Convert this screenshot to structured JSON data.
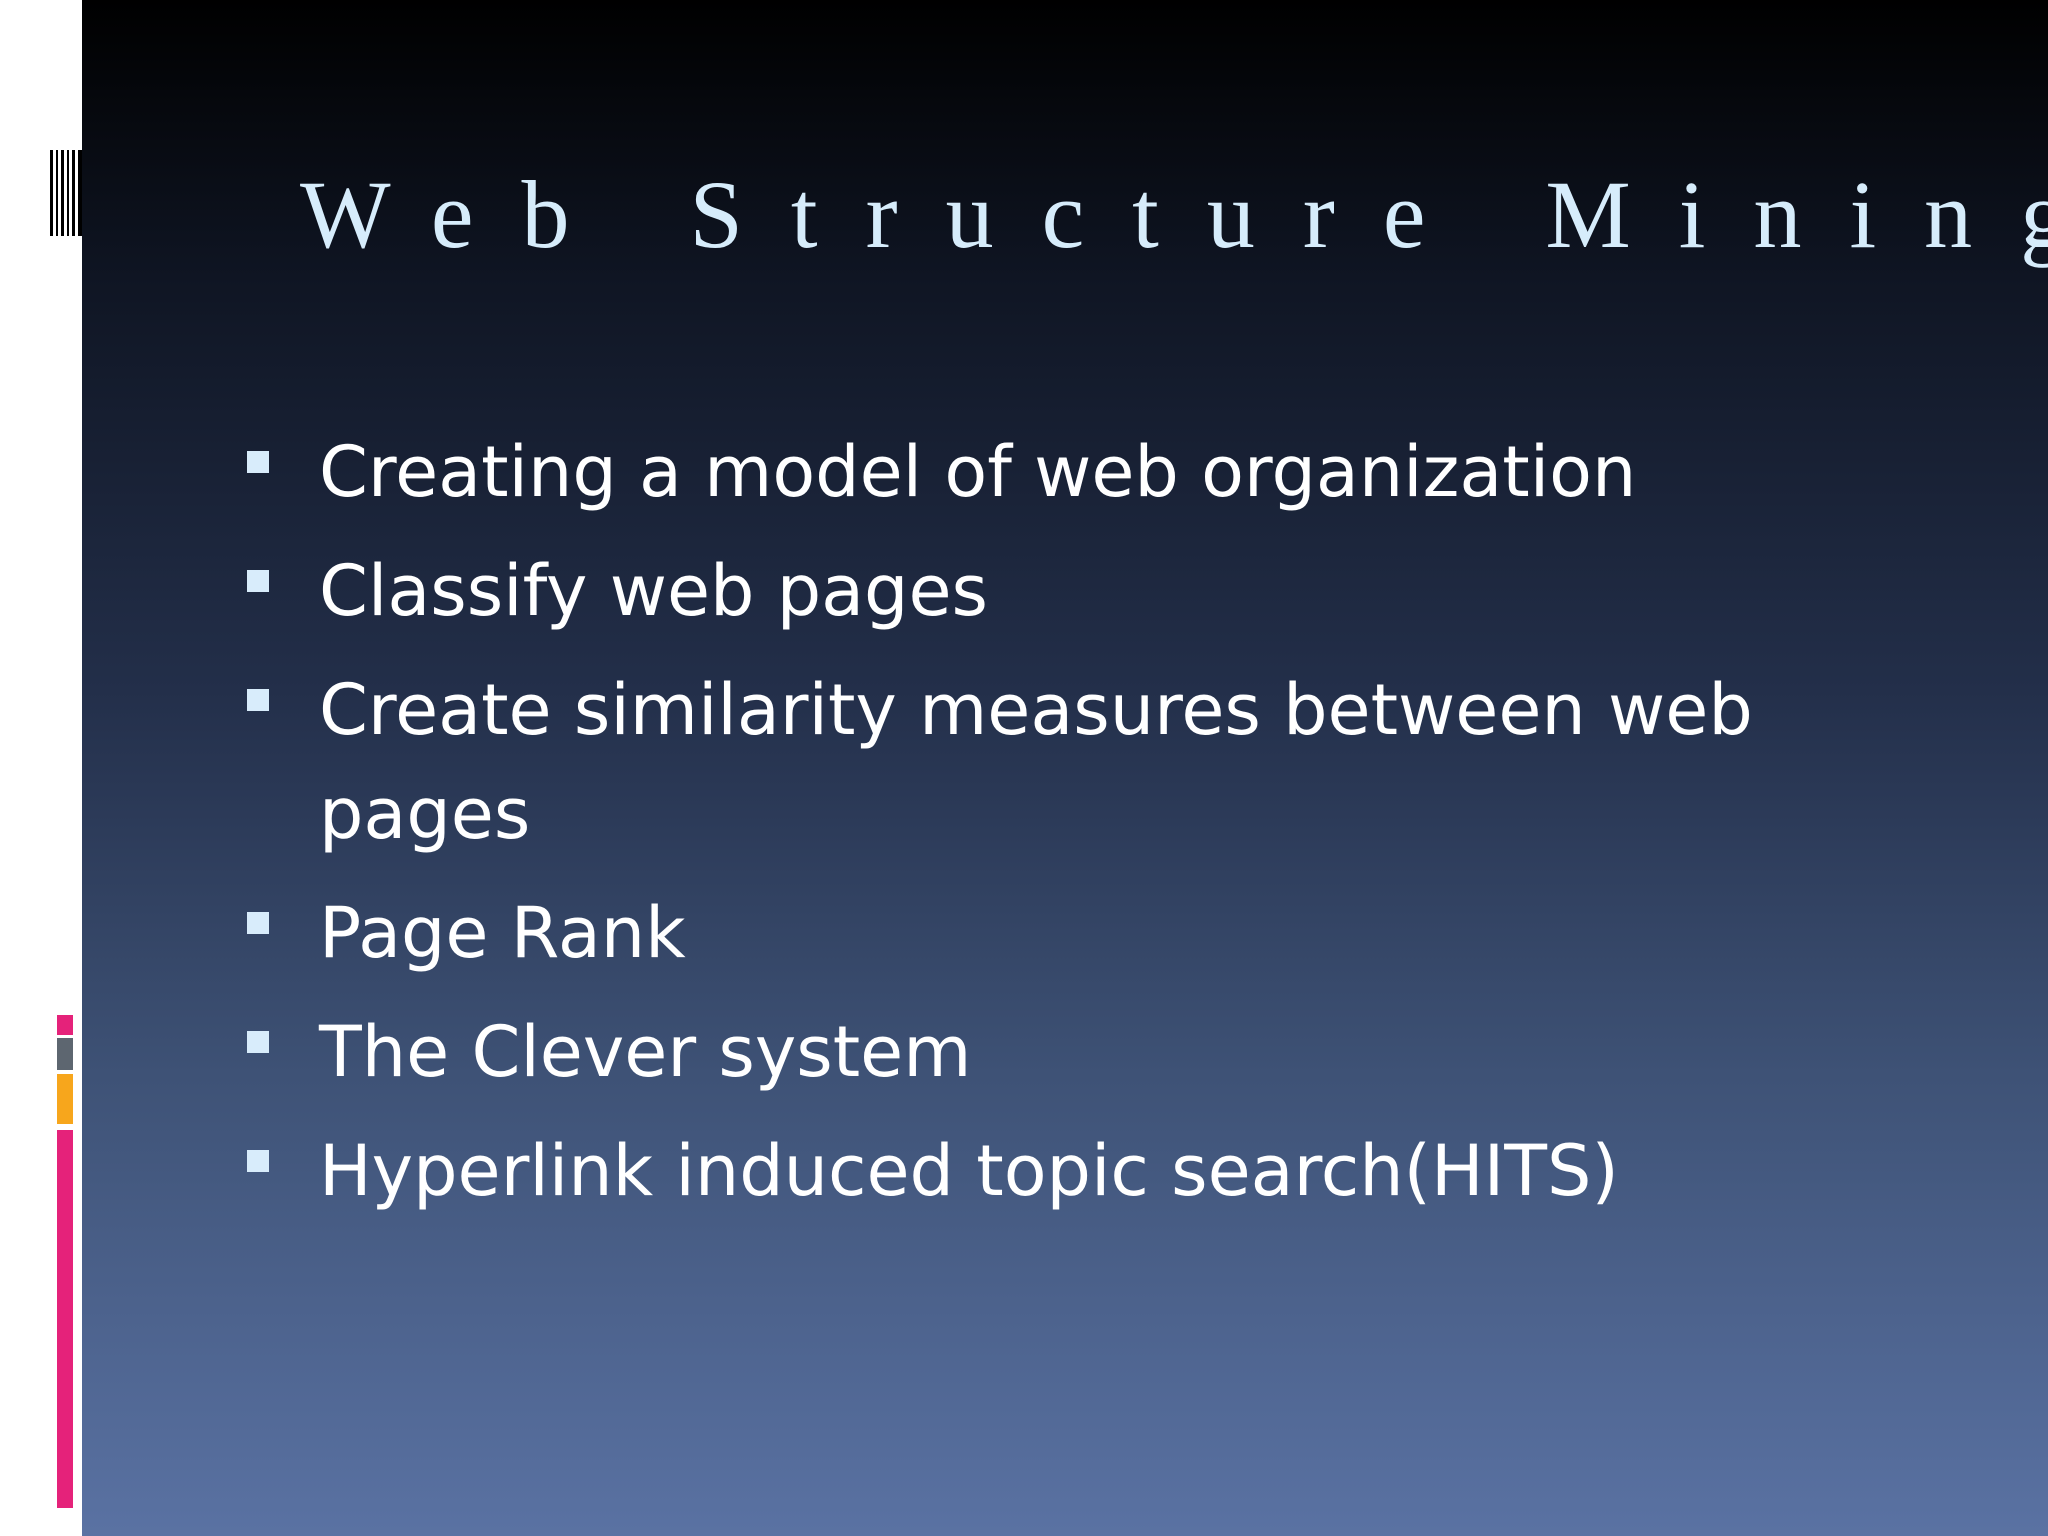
{
  "slide": {
    "title": "Web Structure Mining",
    "bullets": [
      "Creating a model of web organization",
      "Classify web pages",
      "Create similarity measures between web pages",
      "Page Rank",
      "The Clever system",
      "Hyperlink induced topic search(HITS)"
    ]
  },
  "colors": {
    "title": "#d6ecfb",
    "bullet_text": "#ffffff",
    "bullet_marker": "#d8ecfb",
    "accent_pink": "#e5227a",
    "accent_orange": "#f7a61c",
    "accent_gray": "#5d6670"
  }
}
